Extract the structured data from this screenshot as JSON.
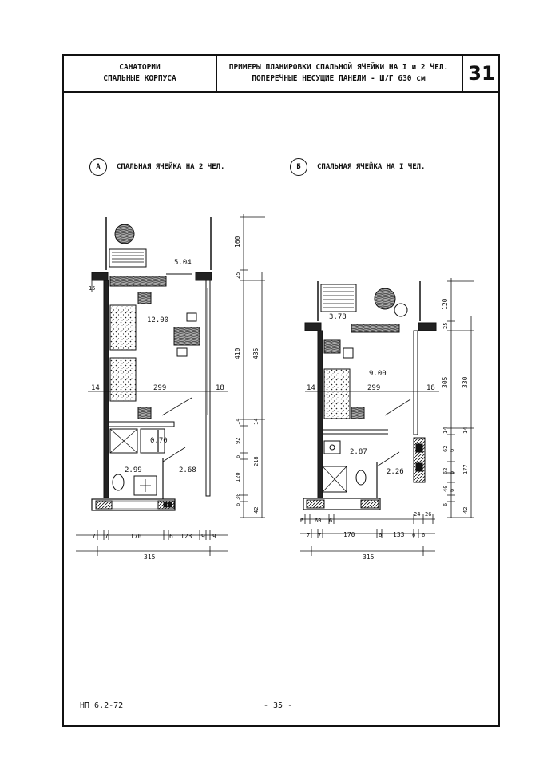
{
  "header": {
    "left_line1": "САНАТОРИИ",
    "left_line2": "СПАЛЬНЫЕ КОРПУСА",
    "mid_line1": "ПРИМЕРЫ ПЛАНИРОВКИ СПАЛЬНОЙ ЯЧЕЙКИ НА I и 2 ЧЕЛ.",
    "mid_line2": "ПОПЕРЕЧНЫЕ НЕСУЩИЕ ПАНЕЛИ - Ш/Г 630 см",
    "sheet_number": "31"
  },
  "plan_a": {
    "marker": "А",
    "title": "СПАЛЬНАЯ ЯЧЕЙКА НА 2 ЧЕЛ.",
    "rooms": {
      "loggia": "5.04",
      "bedroom": "12.00",
      "shower": "0.70",
      "hall": "2.99",
      "bath": "2.68"
    },
    "dims_right": {
      "d160": "160",
      "d25": "25",
      "d410": "410",
      "d435": "435",
      "d14": "14",
      "d92": "92",
      "d6": "6",
      "d120": "120",
      "d218": "218",
      "d30": "30",
      "d6b": "6",
      "d42": "42"
    },
    "dims_left": {
      "d15": "15"
    },
    "width_marks": {
      "left": "14",
      "mid": "299",
      "right": "18"
    },
    "dims_bottom": {
      "a": "7",
      "b": "7",
      "c": "170",
      "d": "6",
      "e": "123",
      "f": "9",
      "g": "9",
      "total": "315"
    }
  },
  "plan_b": {
    "marker": "Б",
    "title": "СПАЛЬНАЯ ЯЧЕЙКА НА I ЧЕЛ.",
    "rooms": {
      "loggia": "3.78",
      "bedroom": "9.00",
      "hall": "2.87",
      "bath": "2.26"
    },
    "dims_right": {
      "d120": "120",
      "d25": "25",
      "d305": "305",
      "d330": "330",
      "d14": "14",
      "d6": "6",
      "d62": "62",
      "d6b": "6",
      "d62b": "62",
      "d177": "177",
      "d40": "40",
      "d6c": "6",
      "d6d": "6",
      "d42": "42"
    },
    "width_marks": {
      "left": "14",
      "mid": "299",
      "right": "18"
    },
    "dims_bottom": {
      "a": "6",
      "b": "60",
      "c": "6",
      "d": "7",
      "e": "7",
      "f": "170",
      "g": "6",
      "h": "133",
      "i": "6",
      "j": "6",
      "k": "24",
      "l": "26",
      "total": "315"
    }
  },
  "footer": {
    "code": "НП 6.2-72",
    "page": "- 35 -"
  }
}
